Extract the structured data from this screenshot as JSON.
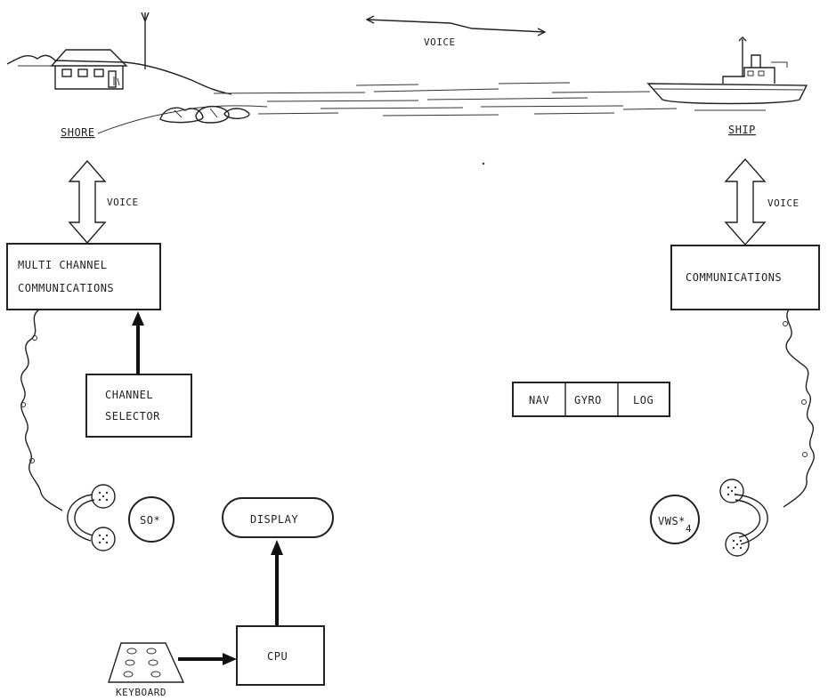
{
  "labels": {
    "voice_top": "VOICE",
    "shore": "SHORE",
    "ship": "SHIP",
    "voice_left": "VOICE",
    "voice_right": "VOICE",
    "multi_channel_line1": "MULTI CHANNEL",
    "multi_channel_line2": "COMMUNICATIONS",
    "channel_selector_line1": "CHANNEL",
    "channel_selector_line2": "SELECTOR",
    "communications": "COMMUNICATIONS",
    "nav": "NAV",
    "gyro": "GYRO",
    "log": "LOG",
    "so": "SO*",
    "vws": "VWS*",
    "vws_sub": "4",
    "display": "DISPLAY",
    "cpu": "CPU",
    "keyboard": "KEYBOARD"
  },
  "colors": {
    "ink": "#222222",
    "background": "#ffffff"
  }
}
